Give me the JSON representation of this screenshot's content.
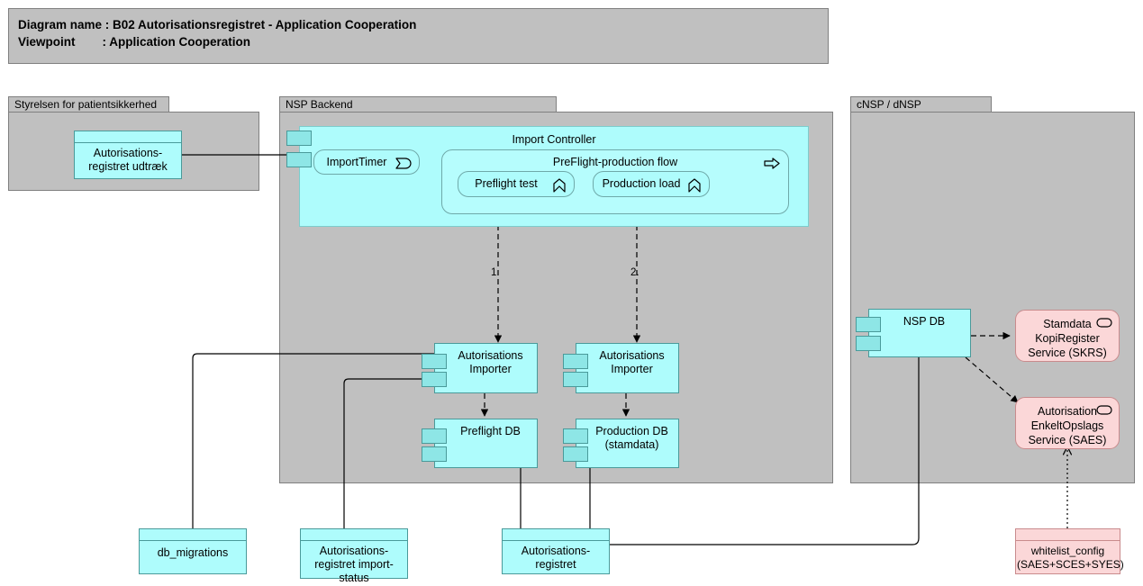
{
  "title": {
    "line1": "Diagram name : B02 Autorisationsregistret - Application Cooperation",
    "line2": "Viewpoint        : Application Cooperation"
  },
  "groups": [
    {
      "id": "styrelsen",
      "label": "Styrelsen for patientsikkerhed"
    },
    {
      "id": "nsp-backend",
      "label": "NSP Backend"
    },
    {
      "id": "cnsp-dnsp",
      "label": "cNSP / dNSP"
    }
  ],
  "import_controller": {
    "label": "Import Controller",
    "timer": {
      "label": "ImportTimer",
      "icon": "event-icon"
    },
    "flow": {
      "label": "PreFlight-production flow",
      "icon": "process-arrow-icon",
      "functions": [
        {
          "label": "Preflight test",
          "icon": "function-icon"
        },
        {
          "label": "Production load",
          "icon": "function-icon"
        }
      ]
    }
  },
  "components": [
    {
      "id": "importer-preflight",
      "label": "Autorisations\nImporter"
    },
    {
      "id": "importer-production",
      "label": "Autorisations\nImporter"
    },
    {
      "id": "preflight-db",
      "label": "Preflight DB"
    },
    {
      "id": "production-db",
      "label": "Production DB\n(stamdata)"
    },
    {
      "id": "nsp-db",
      "label": "NSP DB"
    }
  ],
  "services": [
    {
      "id": "skrs",
      "label": "Stamdata\nKopiRegister\nService (SKRS)",
      "icon": "service-oval-icon"
    },
    {
      "id": "saes",
      "label": "Autorisation\nEnkeltOpslags\nService (SAES)",
      "icon": "service-oval-icon"
    }
  ],
  "data_objects": [
    {
      "id": "udtraek",
      "label": "Autorisations-\nregistret udtræk",
      "color": "cyan"
    },
    {
      "id": "db-migrations",
      "label": "db_migrations",
      "color": "cyan"
    },
    {
      "id": "import-status",
      "label": "Autorisations-\nregistret import-\nstatus",
      "color": "cyan"
    },
    {
      "id": "autorisationsregistret",
      "label": "Autorisations-\nregistret",
      "color": "cyan"
    },
    {
      "id": "whitelist-config",
      "label": "whitelist_config\n(SAES+SCES+SYES)",
      "color": "pink"
    }
  ],
  "sequence_labels": [
    {
      "id": "seq-1",
      "text": "1."
    },
    {
      "id": "seq-2",
      "text": "2."
    }
  ],
  "colors": {
    "group_fill": "#c0c0c0",
    "group_border": "#808080",
    "application_fill": "#aefcfc",
    "application_border": "#4a9a9a",
    "service_fill": "#fbd7d8",
    "service_border": "#c98b8d",
    "line": "#000000",
    "canvas": "#ffffff"
  }
}
